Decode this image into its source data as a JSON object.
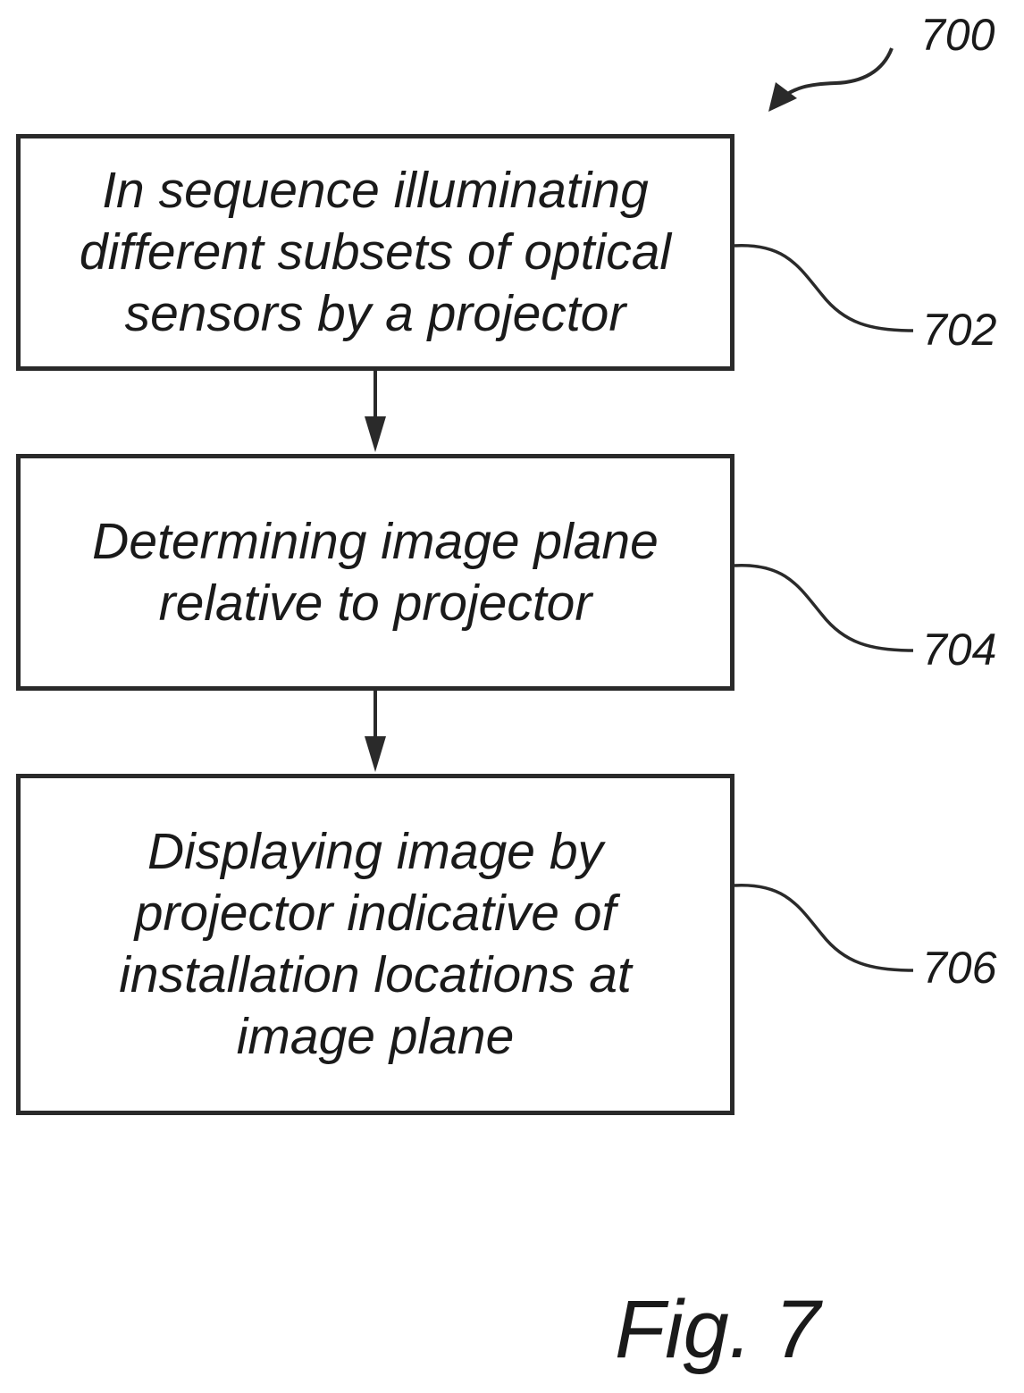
{
  "figure": {
    "number_label": "Fig. 7",
    "reference": "700"
  },
  "steps": [
    {
      "id": "702",
      "text": "In sequence illuminating different subsets of optical sensors by a projector"
    },
    {
      "id": "704",
      "text": "Determining image plane relative to projector"
    },
    {
      "id": "706",
      "text": "Displaying image by projector indicative of installation locations at image plane"
    }
  ],
  "colors": {
    "line": "#2a2a2a",
    "text": "#1a1a1a",
    "background": "#ffffff"
  }
}
